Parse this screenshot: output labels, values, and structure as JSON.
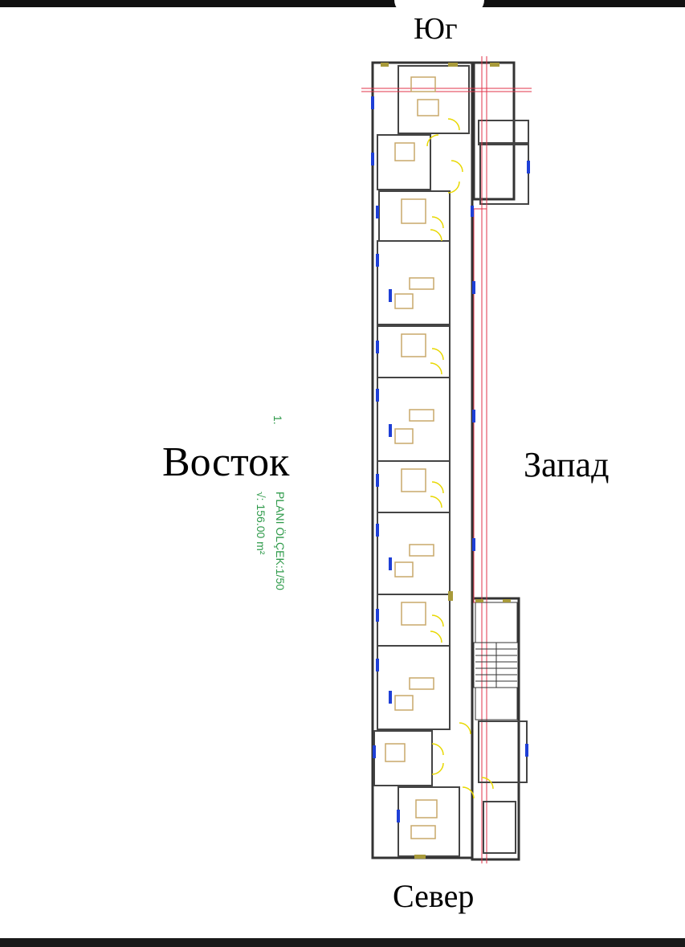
{
  "compass": {
    "south": "Юг",
    "east": "Восток",
    "west": "Запад",
    "north": "Север"
  },
  "plan": {
    "number": "1.",
    "title": "PLANI ÖLÇEK:1/50",
    "area": "√: 156.00 m²"
  },
  "colors": {
    "walls": "#333333",
    "furniture": "#c8a86a",
    "doors": "#f2e600",
    "windows": "#1e3fd6",
    "axis": "#e2334a",
    "outline": "#e07a3a",
    "label_green": "#2e9a4a"
  }
}
